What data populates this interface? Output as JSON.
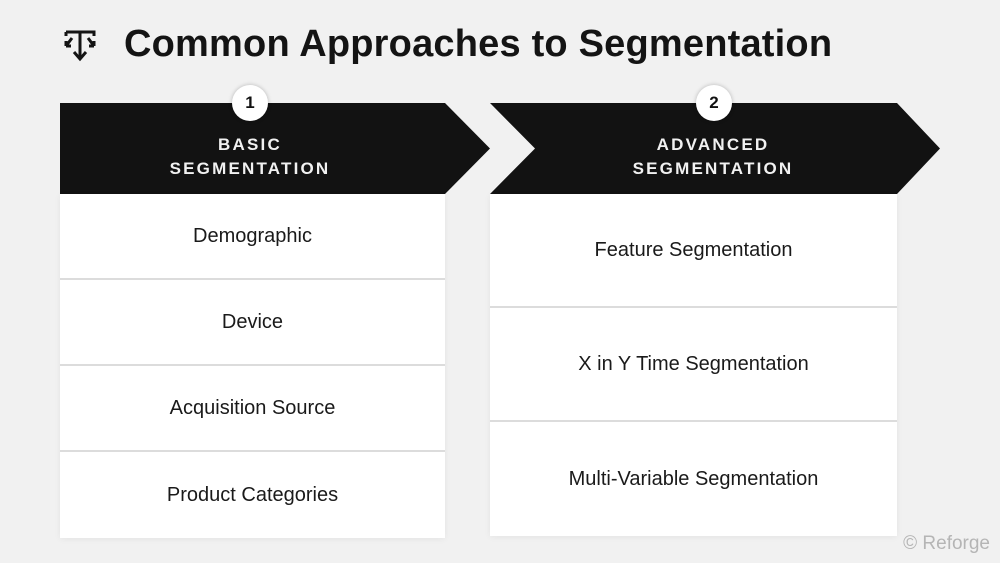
{
  "header": {
    "title": "Common Approaches to Segmentation",
    "logo_icon": "reforge-split-arrows-icon"
  },
  "columns": [
    {
      "step": "1",
      "heading_line1": "BASIC",
      "heading_line2": "SEGMENTATION",
      "items": [
        "Demographic",
        "Device",
        "Acquisition Source",
        "Product Categories"
      ]
    },
    {
      "step": "2",
      "heading_line1": "ADVANCED",
      "heading_line2": "SEGMENTATION",
      "items": [
        "Feature Segmentation",
        "X in Y Time Segmentation",
        "Multi-Variable Segmentation"
      ]
    }
  ],
  "footer": {
    "credit": "© Reforge"
  },
  "colors": {
    "background": "#f1f1f1",
    "chevron": "#121212",
    "card": "#ffffff",
    "divider": "#dcdcdc",
    "credit": "#b5b5b5"
  }
}
